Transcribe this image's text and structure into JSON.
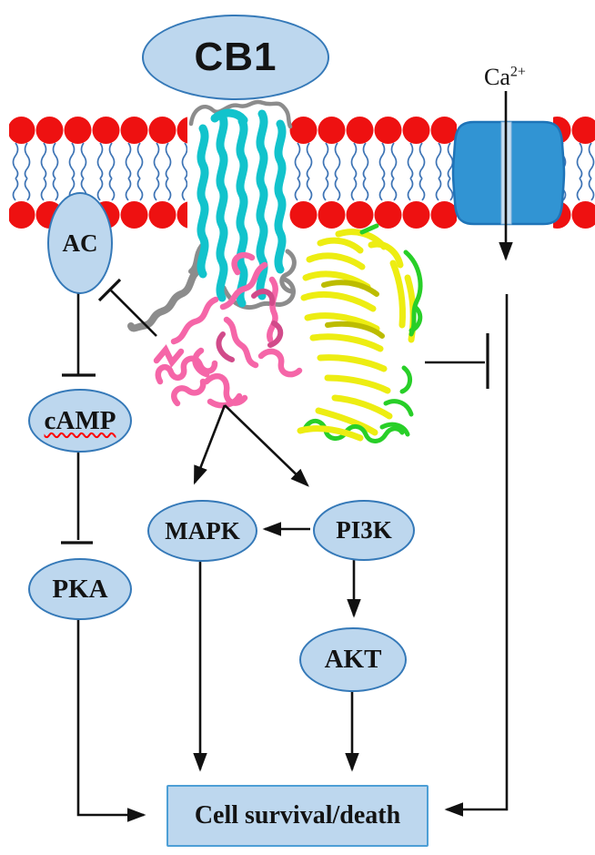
{
  "nodes": {
    "cb1": {
      "label": "CB1"
    },
    "ca_ion": {
      "text": "Ca",
      "sup": "2+"
    },
    "ac": {
      "label": "AC"
    },
    "camp": {
      "label": "cAMP"
    },
    "pka": {
      "label": "PKA"
    },
    "mapk": {
      "label": "MAPK"
    },
    "pi3k": {
      "label": "PI3K"
    },
    "akt": {
      "label": "AKT"
    },
    "outcome": {
      "label": "Cell survival/death"
    }
  },
  "edges": [
    {
      "from": "G-protein",
      "to": "AC",
      "type": "inhibition"
    },
    {
      "from": "AC",
      "to": "cAMP",
      "type": "inhibition"
    },
    {
      "from": "cAMP",
      "to": "PKA",
      "type": "inhibition"
    },
    {
      "from": "PKA",
      "to": "Cell survival/death",
      "type": "activation"
    },
    {
      "from": "G-protein",
      "to": "MAPK",
      "type": "activation"
    },
    {
      "from": "G-protein",
      "to": "PI3K",
      "type": "activation"
    },
    {
      "from": "PI3K",
      "to": "MAPK",
      "type": "activation"
    },
    {
      "from": "PI3K",
      "to": "AKT",
      "type": "activation"
    },
    {
      "from": "MAPK",
      "to": "Cell survival/death",
      "type": "activation"
    },
    {
      "from": "AKT",
      "to": "Cell survival/death",
      "type": "activation"
    },
    {
      "from": "Ca2+",
      "to": "Cell survival/death",
      "type": "activation"
    },
    {
      "from": "G-protein",
      "to": "Ca2+ influx",
      "type": "inhibition"
    }
  ],
  "colors": {
    "node_fill": "#BDD7EE",
    "node_border": "#3579B8",
    "outcome_border": "#4D9FD6",
    "lipid_head": "#EE1111",
    "lipid_tail": "#3E74B5",
    "channel_fill": "#3194D3",
    "channel_border": "#1E74B8",
    "channel_pore": "#C8DFF2",
    "receptor_helix": "#12C3CC",
    "receptor_loop": "#8C8C8C",
    "g_alpha": "#F566A8",
    "g_alpha_dark": "#D14B8A",
    "g_beta": "#EDED12",
    "g_beta_dark": "#BCBC00",
    "g_gamma": "#28CF28",
    "line": "#111111",
    "camp_underline": "#FF0000"
  }
}
